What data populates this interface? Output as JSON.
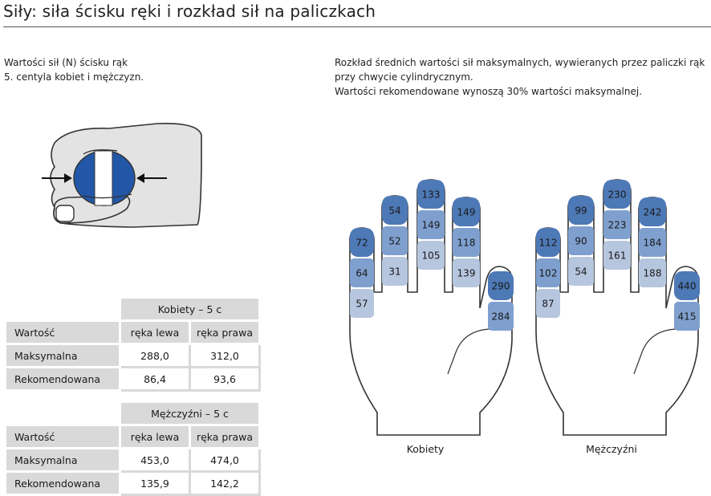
{
  "title": "Siły: siła ścisku ręki i rozkład sił na paliczkach",
  "intro_left": [
    "Wartości sił (N) ścisku rąk",
    "5. centyla kobiet i mężczyzn."
  ],
  "intro_right": [
    "Rozkład średnich wartości sił maksymalnych, wywieranych przez paliczki rąk",
    "przy chwycie cylindrycznym.",
    "Wartości rekomendowane wynoszą 30% wartości maksymalnej."
  ],
  "tables": [
    {
      "group": "Kobiety – 5 c",
      "columns": [
        "Wartość",
        "ręka lewa",
        "ręka prawa"
      ],
      "rows": [
        {
          "label": "Maksymalna",
          "left": "288,0",
          "right": "312,0"
        },
        {
          "label": "Rekomendowana",
          "left": "86,4",
          "right": "93,6"
        }
      ]
    },
    {
      "group": "Mężczyźni – 5 c",
      "columns": [
        "Wartość",
        "ręka lewa",
        "ręka prawa"
      ],
      "rows": [
        {
          "label": "Maksymalna",
          "left": "453,0",
          "right": "474,0"
        },
        {
          "label": "Rekomendowana",
          "left": "135,9",
          "right": "142,2"
        }
      ]
    }
  ],
  "hands": [
    {
      "caption": "Kobiety",
      "fingers": [
        [
          "72",
          "64",
          "57"
        ],
        [
          "54",
          "52",
          "31"
        ],
        [
          "133",
          "149",
          "105"
        ],
        [
          "149",
          "118",
          "139"
        ],
        [
          "290",
          "284"
        ]
      ]
    },
    {
      "caption": "Mężczyźni",
      "fingers": [
        [
          "112",
          "102",
          "87"
        ],
        [
          "99",
          "90",
          "54"
        ],
        [
          "230",
          "223",
          "161"
        ],
        [
          "242",
          "184",
          "188"
        ],
        [
          "440",
          "415"
        ]
      ]
    }
  ],
  "colors": {
    "dark": "#4d79b6",
    "mid": "#7fa0cf",
    "light": "#b6c6de",
    "table_header": "#d9d9d9",
    "grip_blue": "#2257a8"
  }
}
